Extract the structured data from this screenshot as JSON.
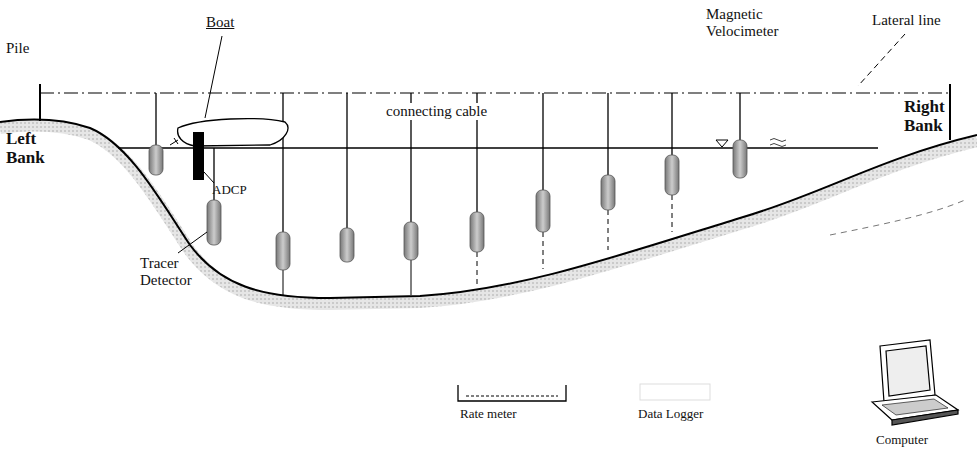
{
  "diagram": {
    "labels": [
      "Boat",
      "Magnetic Velocimeter",
      "Lateral line",
      "Pile",
      "connecting cable",
      "Left Bank",
      "ADCP",
      "Right Bank",
      "Tracer Detector",
      "Rate meter",
      "Data Logger",
      "Computer"
    ]
  }
}
